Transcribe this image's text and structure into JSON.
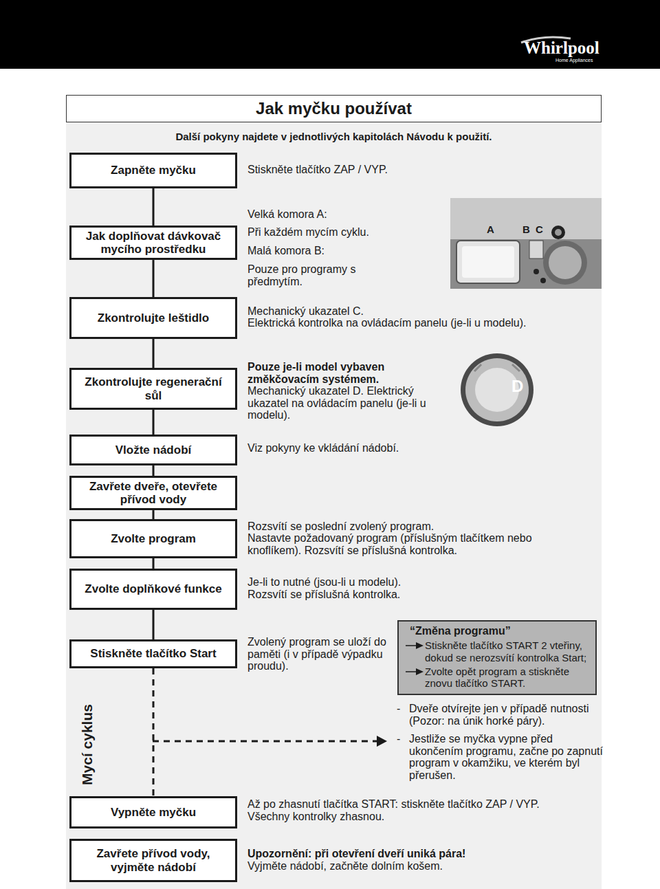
{
  "diagram": {
    "title": "Jak myčku používat",
    "nodes": [
      {
        "text": [
          "Zapněte myčku"
        ]
      },
      {
        "text": [
          "Jak doplňovat dávkovač mycího prostředku"
        ]
      },
      {
        "text": [
          "Zkontrolujte leštidlo"
        ]
      },
      {
        "text": [
          "Zkontrolujte regenerační sůl"
        ]
      },
      {
        "text": [
          "Vložte nádobí"
        ]
      },
      {
        "text": [
          "Zavřete dveře, otevřete přívod vody"
        ]
      },
      {
        "text": [
          "Zvolte program"
        ]
      },
      {
        "text": [
          "Zvolte doplňkové funkce"
        ]
      },
      {
        "text": [
          "Stiskněte tlačítko Start"
        ]
      },
      {
        "text": [
          "Vypněte myčku"
        ]
      },
      {
        "text": [
          "Zavřete přívod vody, vyjměte nádobí"
        ]
      },
      {
        "text": [
          "“Změna programu”",
          "Stiskněte tlačítko START 2 vteřiny, dokud se nerozsvítí kontrolka Start;",
          "Zvolte opět program a stiskněte znovu tlačítko START."
        ]
      }
    ],
    "edges": [
      {
        "from": 0,
        "to": 1,
        "arrow": "none"
      },
      {
        "from": 1,
        "to": 2,
        "arrow": "none"
      },
      {
        "from": 2,
        "to": 3,
        "arrow": "none"
      },
      {
        "from": 3,
        "to": 4,
        "arrow": "none"
      },
      {
        "from": 4,
        "to": 5,
        "arrow": "none"
      },
      {
        "from": 5,
        "to": 6,
        "arrow": "none"
      },
      {
        "from": 6,
        "to": 7,
        "arrow": "none"
      },
      {
        "from": 7,
        "to": 8,
        "arrow": "none"
      },
      {
        "from": 8,
        "to": 9,
        "arrow": "none"
      }
    ],
    "labels": [
      "Whirlpool",
      "Home Appliances",
      "Další pokyny najdete v jednotlivých kapitolách Návodu k použití.",
      "Stiskněte tlačítko ZAP / VYP.",
      "Velká komora A:",
      "Při každém mycím cyklu.",
      "Malá komora B:",
      "Pouze pro programy s předmytím.",
      "A",
      "B",
      "C",
      "Mechanický ukazatel C.",
      "Elektrická kontrolka na ovládacím panelu (je-li u modelu).",
      "Pouze je-li model vybaven změkčovacím systémem.",
      "Mechanický ukazatel D. Elektrický ukazatel na ovládacím panelu (je-li u modelu).",
      "D",
      "Viz pokyny ke vkládání nádobí.",
      "Rozsvítí se poslední zvolený program.",
      "Nastavte požadovaný program (příslušným tlačítkem nebo knoflíkem). Rozsvítí se příslušná kontrolka.",
      "Je-li to nutné (jsou-li u modelu).",
      "Rozsvítí se příslušná kontrolka.",
      "Zvolený program se uloží do paměti (i v případě výpadku proudu).",
      "Mycí cyklus",
      "-",
      "Dveře otvírejte jen v případě nutnosti (Pozor: na únik horké páry).",
      "-",
      "Jestliže se myčka vypne před ukončením programu, začne po zapnutí program v okamžiku, ve kterém byl přerušen.",
      "Až po zhasnutí tlačítka START: stiskněte tlačítko ZAP / VYP.",
      "Všechny kontrolky zhasnou.",
      "Upozornění: při otevření dveří uniká pára!",
      "Vyjměte nádobí, začněte dolním košem."
    ]
  }
}
